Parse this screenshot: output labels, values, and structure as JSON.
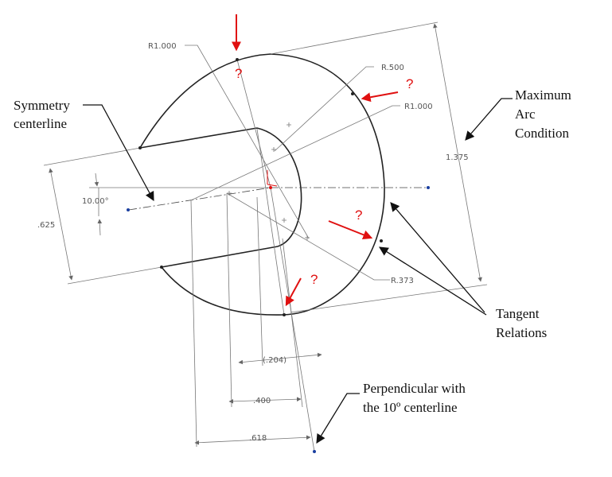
{
  "dimensions": {
    "r_top_left": "R1.000",
    "r_small": "R.500",
    "r_right": "R1.000",
    "r_bottom": "R.373",
    "height_right": "1.375",
    "angle": "10.00°",
    "width_left": ".625",
    "ref_204": "(.204)",
    "len_400": ".400",
    "len_618": ".618"
  },
  "callouts": {
    "symmetry_line1": "Symmetry",
    "symmetry_line2": "centerline",
    "max_arc_line1": "Maximum",
    "max_arc_line2": "Arc",
    "max_arc_line3": "Condition",
    "tangent_line1": "Tangent",
    "tangent_line2": "Relations",
    "perp_line1": "Perpendicular with",
    "perp_line2": "the 10º centerline"
  },
  "question_mark": "?",
  "colors": {
    "annotation_red": "#e01010",
    "geometry": "#222222",
    "dimension_gray": "#777777",
    "point_blue": "#1a3fa0"
  }
}
